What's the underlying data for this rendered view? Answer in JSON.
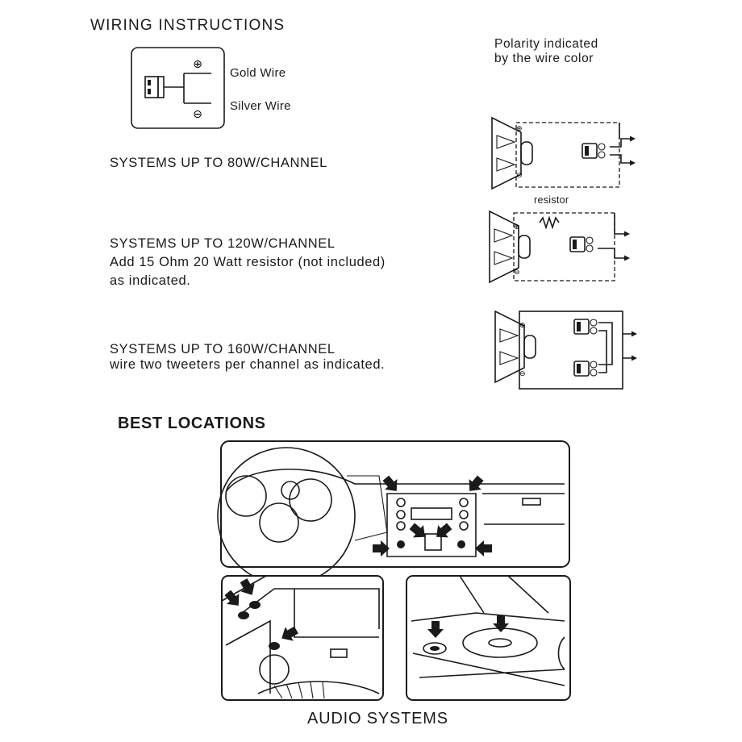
{
  "wiring": {
    "title": "WIRING INSTRUCTIONS",
    "gold_wire": "Gold Wire",
    "silver_wire": "Silver Wire",
    "polarity_line1": "Polarity indicated",
    "polarity_line2": "by the wire color",
    "resistor_label": "resistor"
  },
  "systems": [
    {
      "heading": "SYSTEMS UP TO 80W/CHANNEL"
    },
    {
      "heading": "SYSTEMS UP TO 120W/CHANNEL",
      "line2": "Add 15 Ohm 20 Watt resistor (not included)",
      "line3": "as indicated."
    },
    {
      "heading": "SYSTEMS UP TO 160W/CHANNEL",
      "line2": "wire two tweeters per channel as indicated."
    }
  ],
  "locations": {
    "title": "BEST LOCATIONS",
    "caption": "AUDIO SYSTEMS"
  },
  "symbols": {
    "plus": "⊕",
    "minus": "⊖"
  }
}
